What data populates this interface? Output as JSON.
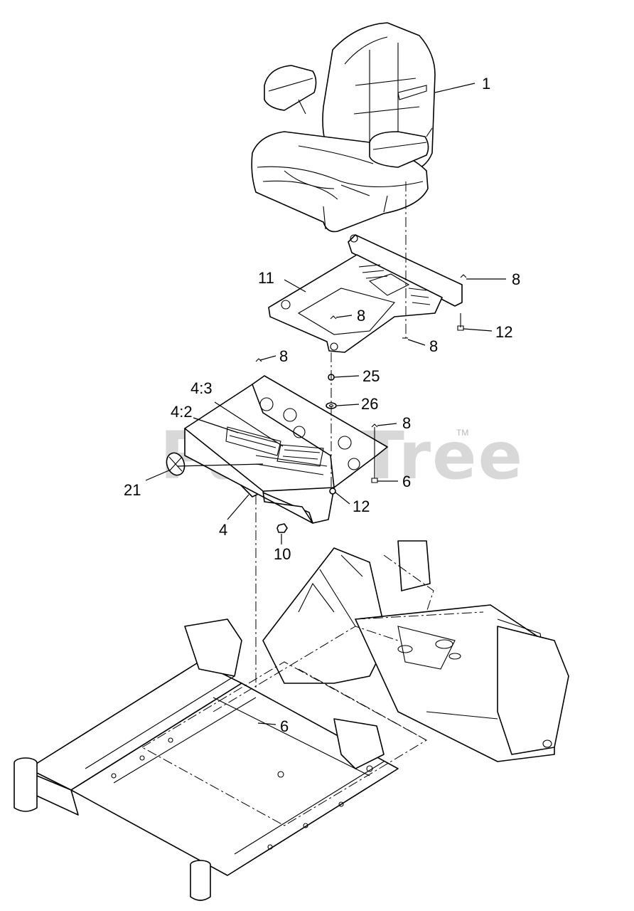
{
  "watermark": {
    "text": "PartsTree",
    "trademark": "TM"
  },
  "callouts": {
    "seat": "1",
    "plate_11": "11",
    "pin_8_right": "8",
    "bolt_12_right": "12",
    "pin_8_plate": "8",
    "pin_8_below_plate": "8",
    "pin_8_left": "8",
    "nut_25": "25",
    "washer_26": "26",
    "decal_4_3": "4:3",
    "decal_4_2": "4:2",
    "pin_8_mid": "8",
    "bolt_6_upper": "6",
    "emblem_21": "21",
    "bolt_12_lower": "12",
    "pan_4": "4",
    "nut_10": "10",
    "bolt_6_lower": "6"
  }
}
